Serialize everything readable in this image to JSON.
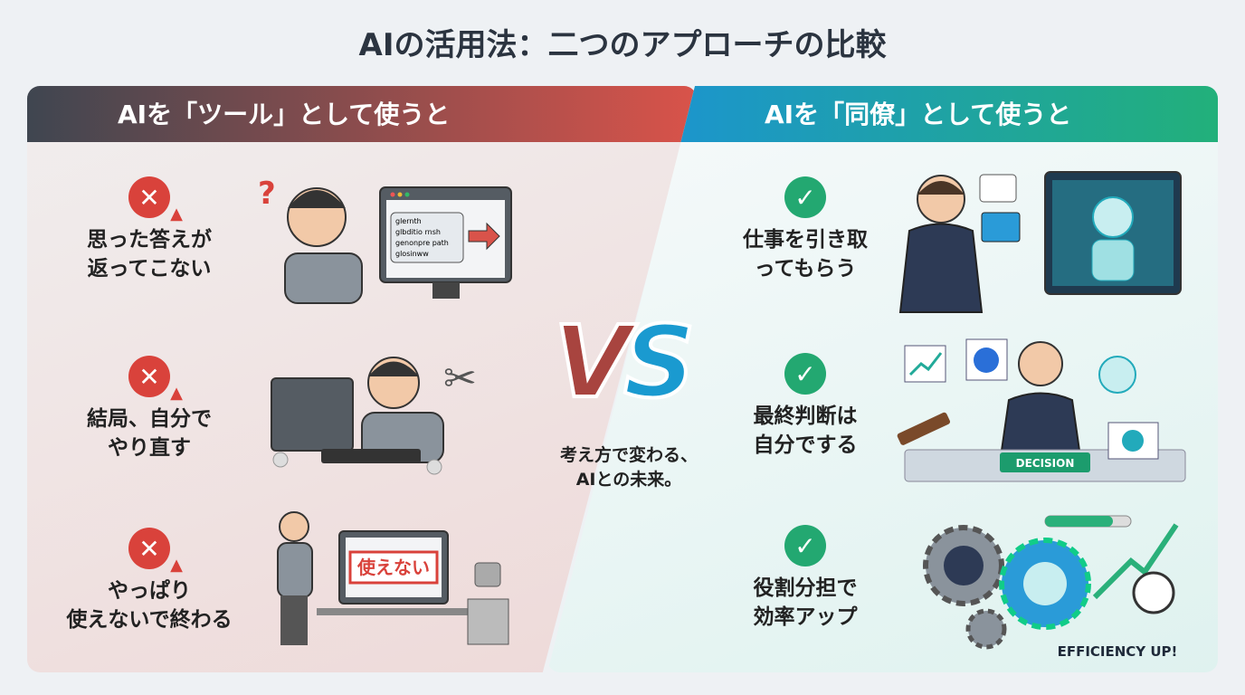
{
  "title": "AIの活用法：二つのアプローチの比較",
  "left": {
    "heading": "AIを「ツール」として使うと",
    "items": [
      {
        "label1": "思った答えが",
        "label2": "返ってこない"
      },
      {
        "label1": "結局、自分で",
        "label2": "やり直す"
      },
      {
        "label1": "やっぱり",
        "label2": "使えないで終わる"
      }
    ],
    "screen_text": [
      "glernth",
      "glbditio rnsh",
      "genonpre path",
      "glosinww"
    ],
    "sign": "使えない"
  },
  "right": {
    "heading": "AIを「同僚」として使うと",
    "items": [
      {
        "label1": "仕事を引き取",
        "label2": "ってもらう"
      },
      {
        "label1": "最終判断は",
        "label2": "自分でする"
      },
      {
        "label1": "役割分担で",
        "label2": "効率アップ"
      }
    ],
    "decision": "DECISION",
    "efficiency": "EFFICIENCY UP!"
  },
  "center": {
    "vs_v": "V",
    "vs_s": "S",
    "tagline1": "考え方で変わる、",
    "tagline2": "AIとの未来。"
  },
  "icons": {
    "bad": "x-warning-icon",
    "good": "check-icon"
  },
  "colors": {
    "left_accent": "#d9534a",
    "right_accent": "#1a8fe0",
    "right_accent2": "#22b07a"
  }
}
